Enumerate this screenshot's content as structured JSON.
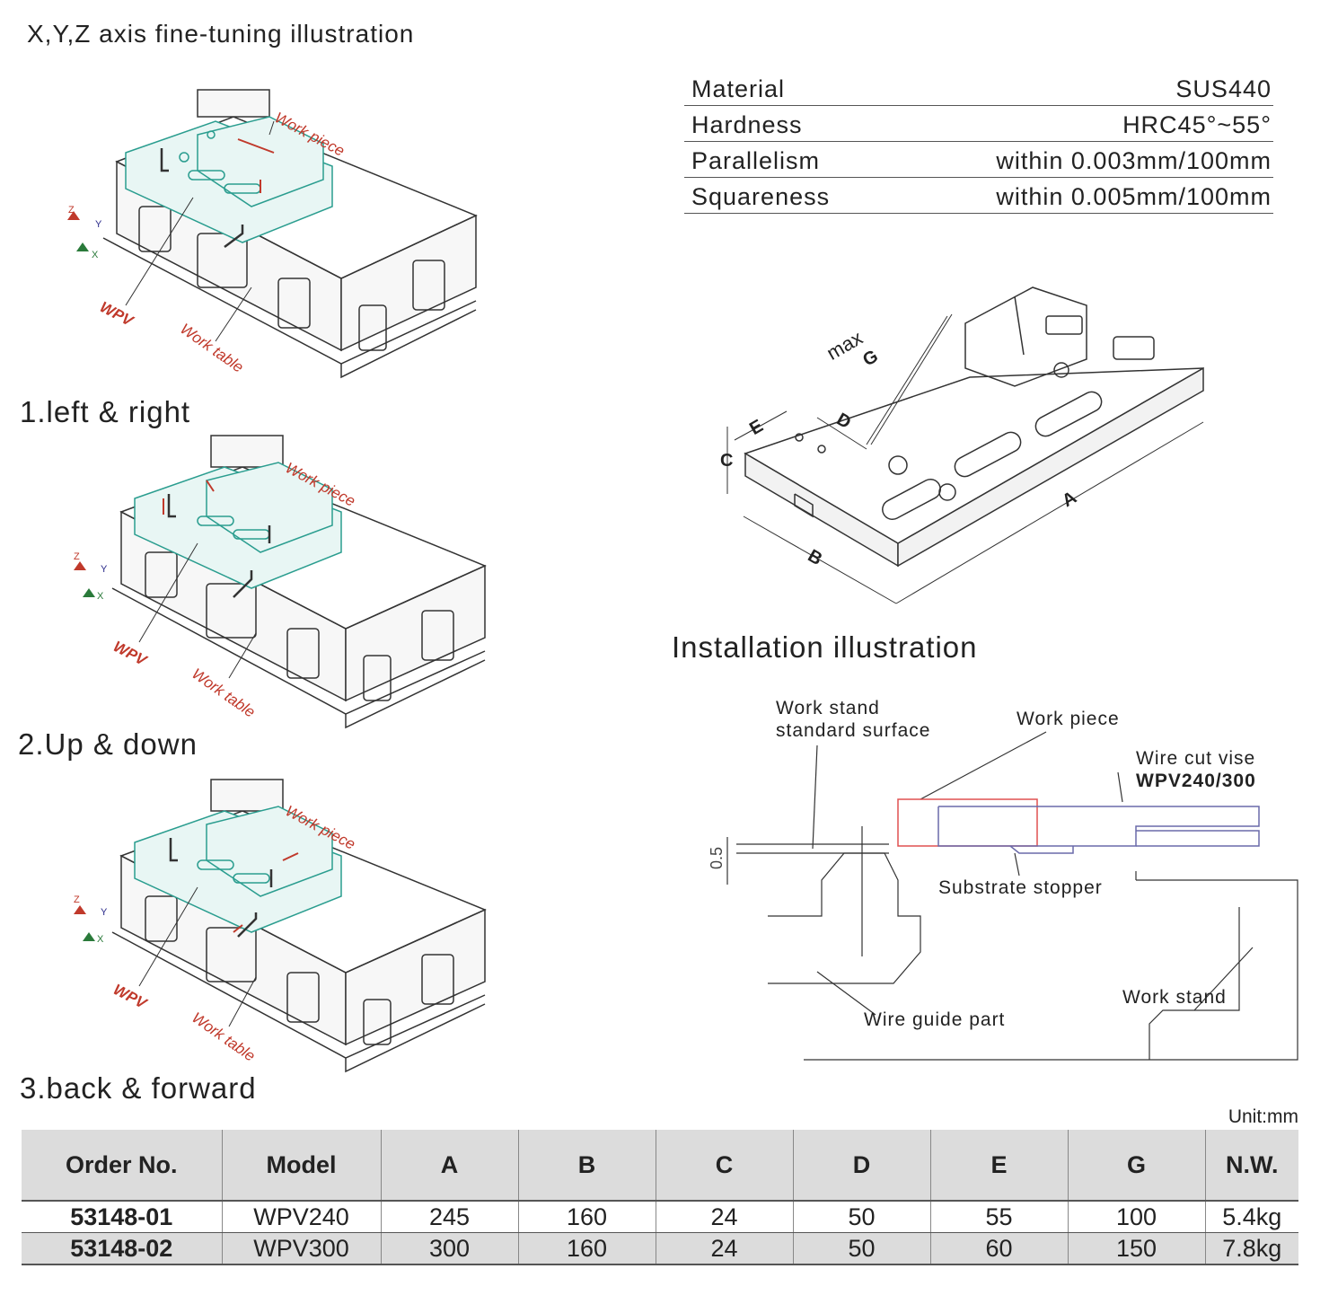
{
  "fine_tuning": {
    "title": "X,Y,Z axis fine-tuning illustration",
    "steps": [
      {
        "label": "1.left & right"
      },
      {
        "label": "2.Up & down"
      },
      {
        "label": "3.back & forward"
      }
    ],
    "axes": {
      "z": "Z",
      "y": "Y",
      "x": "X"
    },
    "callouts": {
      "work_piece": "Work piece",
      "wpv": "WPV",
      "work_table": "Work table"
    }
  },
  "specs": [
    {
      "name": "Material",
      "value": "SUS440"
    },
    {
      "name": "Hardness",
      "value": "HRC45°~55°"
    },
    {
      "name": "Parallelism",
      "value": "within 0.003mm/100mm"
    },
    {
      "name": "Squareness",
      "value": "within 0.005mm/100mm"
    }
  ],
  "dimension_diagram": {
    "max": "max",
    "labels": [
      "A",
      "B",
      "C",
      "D",
      "E",
      "G"
    ]
  },
  "installation": {
    "title": "Installation illustration",
    "work_stand_surface": [
      "Work stand",
      "standard surface"
    ],
    "work_piece": "Work piece",
    "wire_cut_vise": "Wire cut vise",
    "model": "WPV240/300",
    "substrate_stopper": "Substrate stopper",
    "work_stand": "Work stand",
    "wire_guide_part": "Wire guide part",
    "gap": "0.5"
  },
  "order_table": {
    "unit": "Unit:mm",
    "headers": [
      "Order No.",
      "Model",
      "A",
      "B",
      "C",
      "D",
      "E",
      "G",
      "N.W."
    ],
    "rows": [
      [
        "53148-01",
        "WPV240",
        "245",
        "160",
        "24",
        "50",
        "55",
        "100",
        "5.4kg"
      ],
      [
        "53148-02",
        "WPV300",
        "300",
        "160",
        "24",
        "50",
        "60",
        "150",
        "7.8kg"
      ]
    ]
  },
  "colors": {
    "callout_red": "#c0392b",
    "vise_teal": "#2a9d8f",
    "table_gray": "#dcdcdc",
    "piece_red": "#e05050",
    "vise_blue": "#6a6aaa"
  }
}
